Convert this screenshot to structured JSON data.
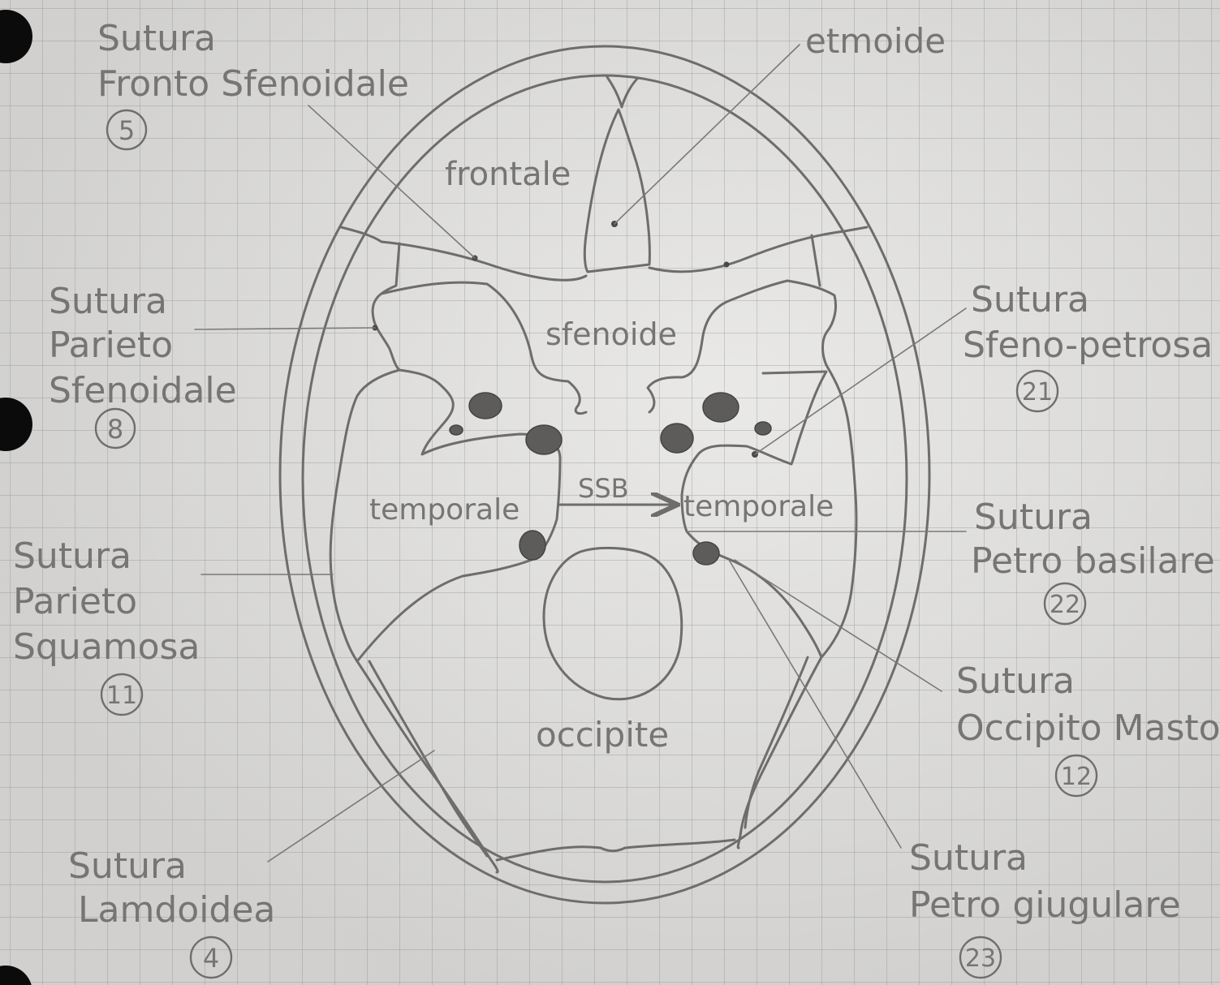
{
  "bone_labels": {
    "frontale": "frontale",
    "etmoide": "etmoide",
    "sfenoide": "sfenoide",
    "temporale_left": "temporale",
    "temporale_right": "temporale",
    "ssb": "SSB",
    "occipite": "occipite"
  },
  "sutures": [
    {
      "key": "fronto_sfenoidale",
      "lines": [
        "Sutura",
        "Fronto Sfenoidale"
      ],
      "number": "5"
    },
    {
      "key": "parieto_sfenoidale",
      "lines": [
        "Sutura",
        "Parieto",
        "Sfenoidale"
      ],
      "number": "8"
    },
    {
      "key": "parieto_squamosa",
      "lines": [
        "Sutura",
        "Parieto",
        "Squamosa"
      ],
      "number": "11"
    },
    {
      "key": "lamdoidea",
      "lines": [
        "Sutura",
        "Lamdoidea"
      ],
      "number": "4"
    },
    {
      "key": "sfeno_petrosa",
      "lines": [
        "Sutura",
        "Sfeno-petrosa"
      ],
      "number": "21"
    },
    {
      "key": "petro_basilare",
      "lines": [
        "Sutura",
        "Petro basilare"
      ],
      "number": "22"
    },
    {
      "key": "occipito_mastoidea",
      "lines": [
        "Sutura",
        "Occipito Mastoidea"
      ],
      "number": "12"
    },
    {
      "key": "petro_giugulare",
      "lines": [
        "Sutura",
        "Petro giugulare"
      ],
      "number": "23"
    }
  ]
}
